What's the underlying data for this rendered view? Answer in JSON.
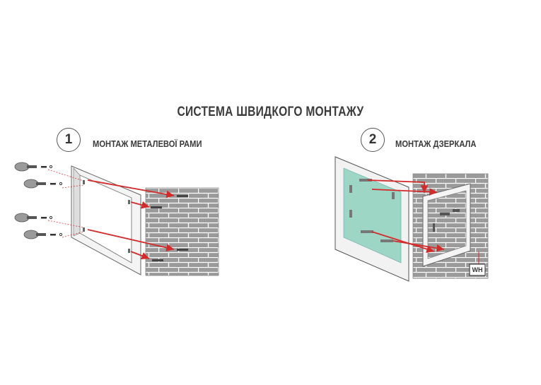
{
  "title": "СИСТЕМА ШВИДКОГО МОНТАЖУ",
  "steps": [
    {
      "number": "1",
      "label": "МОНТАЖ МЕТАЛЕВОЇ РАМИ"
    },
    {
      "number": "2",
      "label": "МОНТАЖ ДЗЕРКАЛА"
    }
  ],
  "badge": "WH",
  "colors": {
    "arrow": "#d42a2a",
    "brick": "#9a9a9a",
    "mortar": "#ffffff",
    "mirror": "#9dd6c4",
    "frame": "#f2f2f2",
    "outline": "#666666",
    "text": "#3b3b3b"
  }
}
